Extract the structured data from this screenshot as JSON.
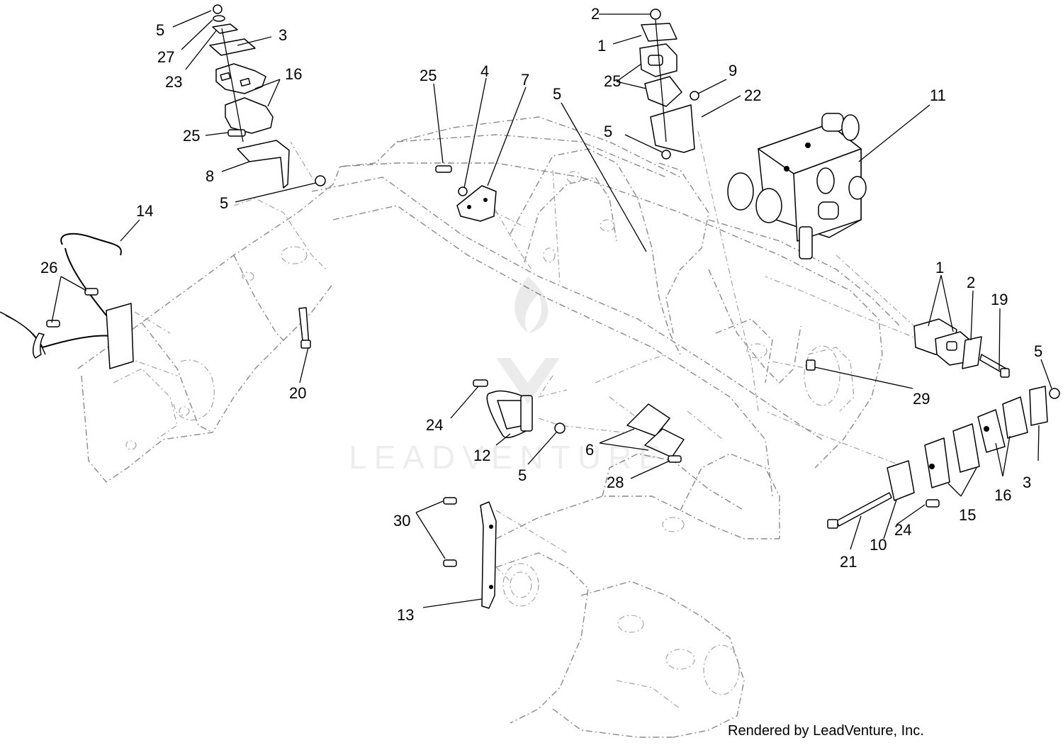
{
  "diagram": {
    "credit": "Rendered by LeadVenture, Inc.",
    "watermark": "LEADVENTURE",
    "callouts": [
      "5",
      "27",
      "23",
      "3",
      "16",
      "25",
      "8",
      "5",
      "14",
      "26",
      "20",
      "25",
      "4",
      "7",
      "5",
      "2",
      "1",
      "25",
      "9",
      "22",
      "5",
      "11",
      "1",
      "2",
      "19",
      "5",
      "29",
      "24",
      "12",
      "5",
      "6",
      "28",
      "30",
      "13",
      "16",
      "15",
      "3",
      "24",
      "10",
      "21"
    ]
  }
}
